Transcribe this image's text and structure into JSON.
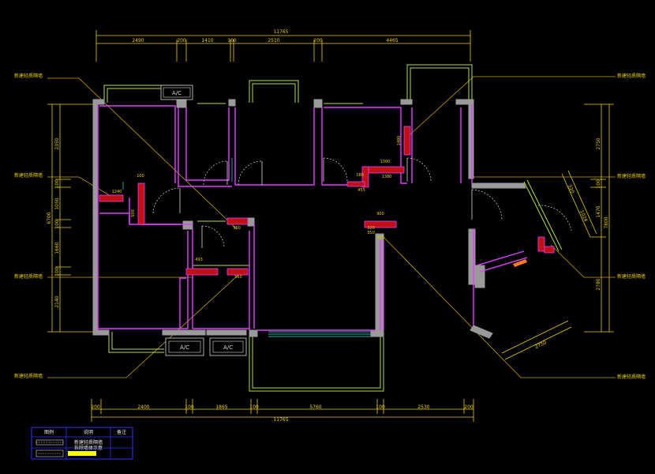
{
  "colors": {
    "background": "#000000",
    "dimension": "#e8d000",
    "wall_gray": "#9a9a9a",
    "wall_magenta": "#e040ff",
    "green": "#b0e040",
    "cyan": "#40e0e0",
    "leader": "#c8a000",
    "red_fill": "#c01010",
    "orange": "#ff7a20",
    "legend_border": "#3030ff",
    "legend_swatch": "#ffff00"
  },
  "dimensions": {
    "top_total": "11765",
    "top_segments": [
      "2490",
      "200",
      "1410",
      "100",
      "2510",
      "200",
      "4465"
    ],
    "bottom_total": "11765",
    "bottom_segments": [
      "200",
      "2400",
      "100",
      "1865",
      "100",
      "5760",
      "100",
      "2530",
      "200"
    ],
    "left_total": "6700",
    "left_segments": [
      "2350",
      "100",
      "1050",
      "100",
      "1660",
      "100",
      "2140"
    ],
    "right_total": "7800",
    "right_segments": [
      "2750",
      "100",
      "1470",
      "2780"
    ],
    "diagonal_top": "320",
    "diagonal_mid": "1024",
    "diagonal_bottom": "2750",
    "interior": [
      "100",
      "1240",
      "500",
      "1480",
      "1300",
      "180",
      "1380",
      "455",
      "320",
      "900",
      "350",
      "200",
      "560",
      "493",
      "560"
    ]
  },
  "callout_label": "新建轻质隔墙",
  "callouts": [
    {
      "side": "left",
      "text": "新建轻质隔墙"
    },
    {
      "side": "left",
      "text": "新建轻质隔墙"
    },
    {
      "side": "left",
      "text": "新建轻质隔墙"
    },
    {
      "side": "left",
      "text": "新建轻质隔墙"
    },
    {
      "side": "right",
      "text": "新建轻质隔墙"
    },
    {
      "side": "right",
      "text": "新建轻质隔墙"
    },
    {
      "side": "right",
      "text": "新建轻质隔墙"
    },
    {
      "side": "right",
      "text": "新建轻质隔墙"
    }
  ],
  "fixtures": [
    {
      "label": "A/C"
    },
    {
      "label": "A/C"
    },
    {
      "label": "A/C"
    }
  ],
  "legend": {
    "headers": [
      "图例",
      "说明",
      "备注"
    ],
    "rows": [
      {
        "desc": "新建轻质隔墙",
        "note": ""
      },
      {
        "desc": "拆除墙体示意",
        "note": ""
      }
    ]
  }
}
